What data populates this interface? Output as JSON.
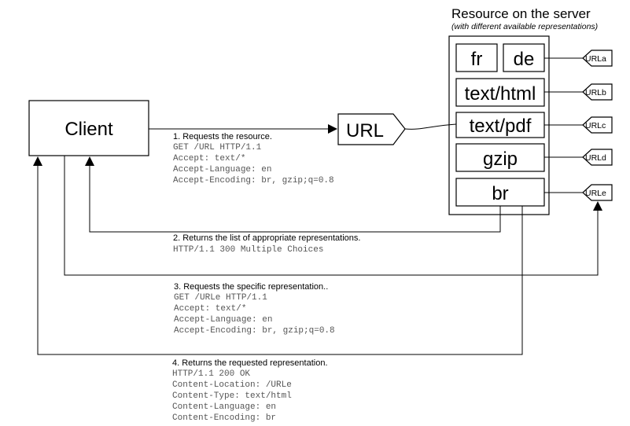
{
  "server": {
    "title": "Resource on the server",
    "subtitle": "(with different available representations)",
    "representations": {
      "fr": "fr",
      "de": "de",
      "html": "text/html",
      "pdf": "text/pdf",
      "gzip": "gzip",
      "br": "br"
    },
    "urls": [
      "URLa",
      "URLb",
      "URLc",
      "URLd",
      "URLe"
    ]
  },
  "client": {
    "label": "Client"
  },
  "url_node": {
    "label": "URL"
  },
  "steps": [
    {
      "title": "1. Requests the resource.",
      "lines": [
        "GET /URL HTTP/1.1",
        "Accept: text/*",
        "Accept-Language: en",
        "Accept-Encoding: br, gzip;q=0.8"
      ]
    },
    {
      "title": "2. Returns the list of  appropriate representations.",
      "lines": [
        "HTTP/1.1 300 Multiple Choices"
      ]
    },
    {
      "title": "3. Requests the specific representation..",
      "lines": [
        "GET /URLe HTTP/1.1",
        "Accept: text/*",
        "Accept-Language: en",
        "Accept-Encoding: br, gzip;q=0.8"
      ]
    },
    {
      "title": "4. Returns the requested representation.",
      "lines": [
        "HTTP/1.1 200 OK",
        "Content-Location: /URLe",
        "Content-Type: text/html",
        "Content-Language: en",
        "Content-Encoding: br"
      ]
    }
  ]
}
